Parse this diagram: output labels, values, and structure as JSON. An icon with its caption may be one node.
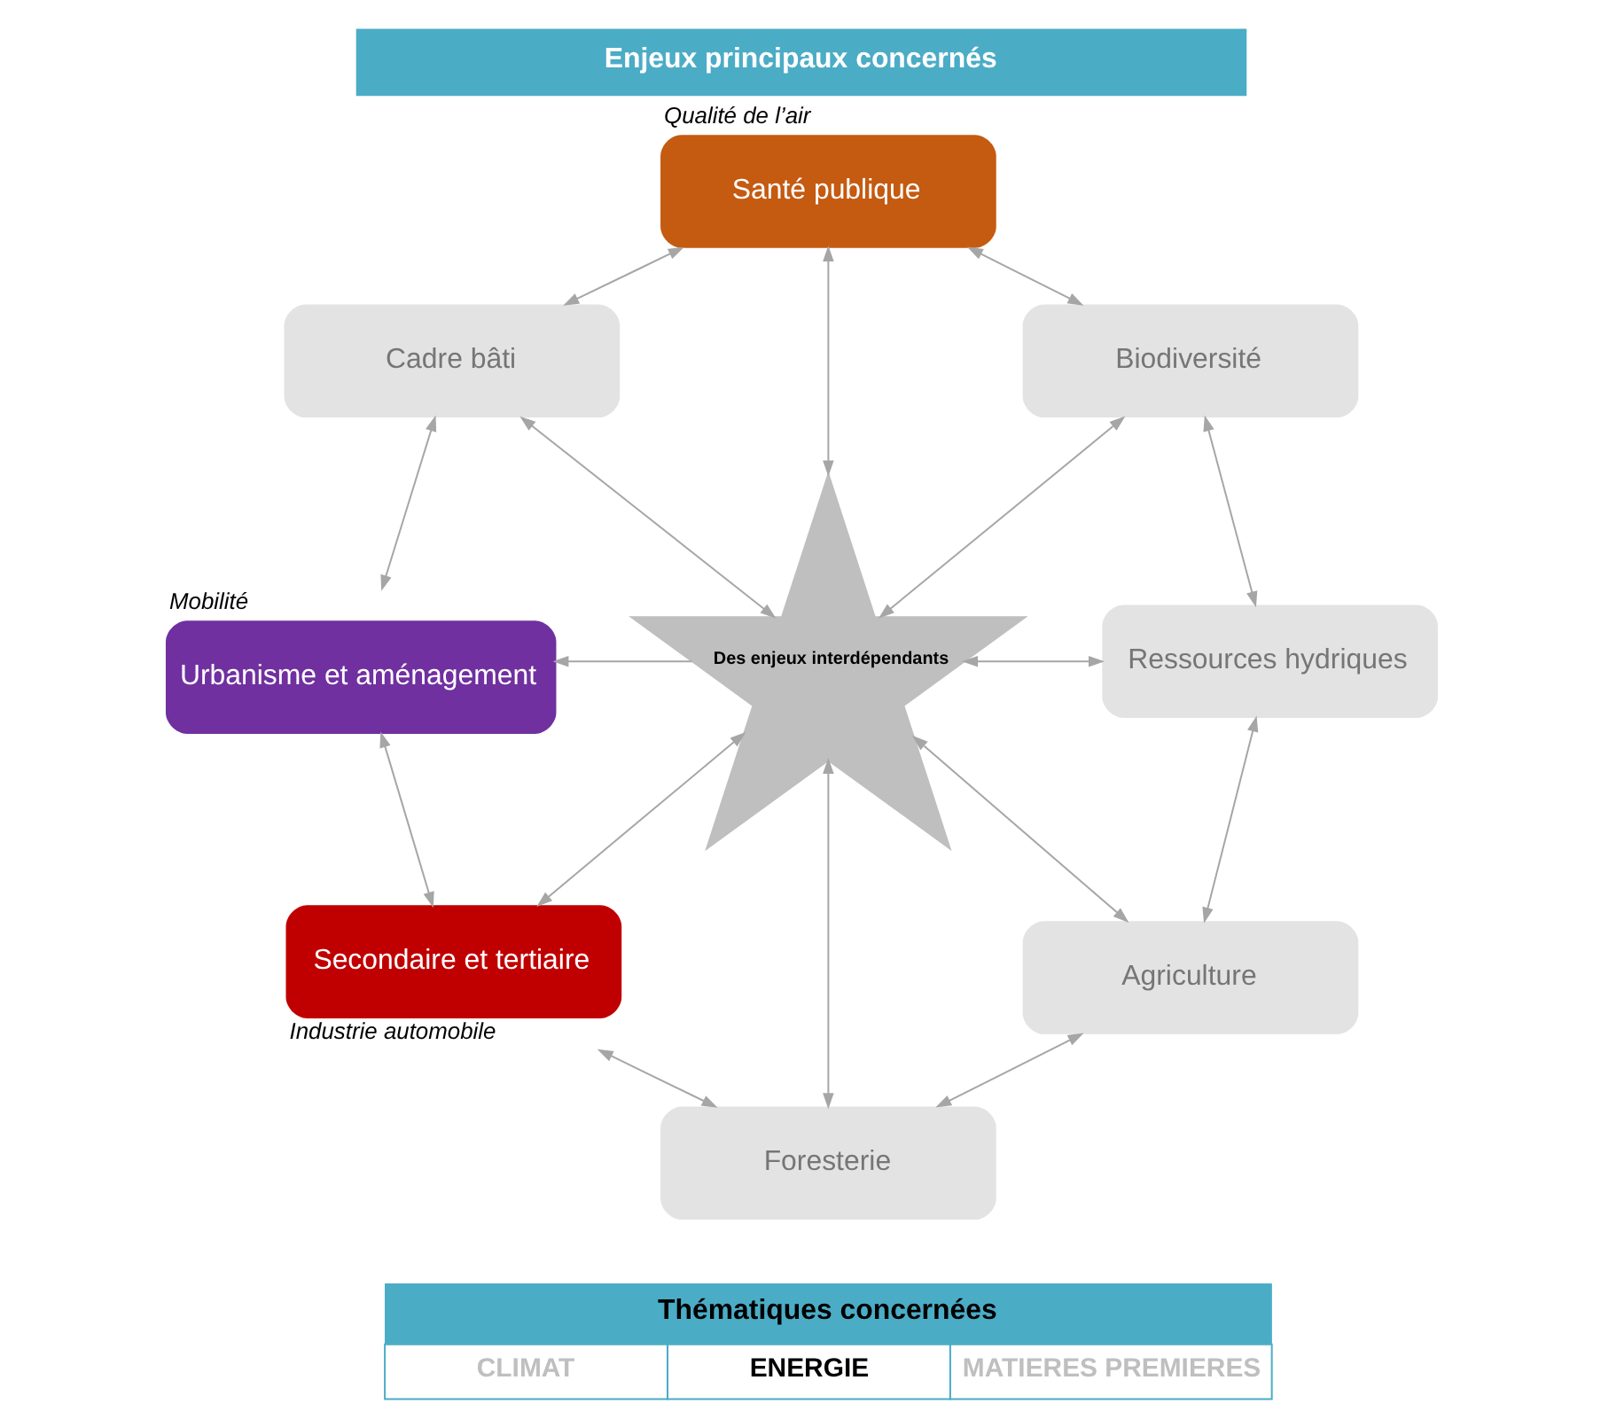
{
  "diagram": {
    "title": "Enjeux principaux concernés",
    "nodes": [
      {
        "text": [
          "Santé publique"
        ],
        "beside": [
          "Qualité de l’air"
        ]
      },
      {
        "text": [
          "Cadre bâti"
        ]
      },
      {
        "text": [
          "Biodiversité"
        ]
      },
      {
        "text": [
          "Des enjeux interdépendants"
        ]
      },
      {
        "text": [
          "Urbanisme et aménagement"
        ],
        "beside": [
          "Mobilité"
        ]
      },
      {
        "text": [
          "Ressources hydriques"
        ]
      },
      {
        "text": [
          "Secondaire et tertiaire"
        ],
        "beside": [
          "Industrie automobile"
        ]
      },
      {
        "text": [
          "Agriculture"
        ]
      },
      {
        "text": [
          "Foresterie"
        ]
      }
    ],
    "edges": [
      {
        "from": 0,
        "to": 1,
        "arrow": "both"
      },
      {
        "from": 0,
        "to": 2,
        "arrow": "both"
      },
      {
        "from": 0,
        "to": 3,
        "arrow": "both"
      },
      {
        "from": 1,
        "to": 3,
        "arrow": "both"
      },
      {
        "from": 1,
        "to": 4,
        "arrow": "both"
      },
      {
        "from": 2,
        "to": 3,
        "arrow": "both"
      },
      {
        "from": 2,
        "to": 5,
        "arrow": "both"
      },
      {
        "from": 3,
        "to": 4,
        "arrow": "to"
      },
      {
        "from": 3,
        "to": 5,
        "arrow": "both"
      },
      {
        "from": 5,
        "to": 7,
        "arrow": "both"
      },
      {
        "from": 3,
        "to": 6,
        "arrow": "both"
      },
      {
        "from": 3,
        "to": 7,
        "arrow": "both"
      },
      {
        "from": 3,
        "to": 8,
        "arrow": "both"
      },
      {
        "from": 4,
        "to": 6,
        "arrow": "both"
      },
      {
        "from": 6,
        "to": 8,
        "arrow": "both"
      },
      {
        "from": 8,
        "to": 7,
        "arrow": "both"
      }
    ],
    "labels": [
      "Thématiques concernées",
      "CLIMAT",
      "ENERGIE",
      "MATIERES PREMIERES"
    ]
  }
}
